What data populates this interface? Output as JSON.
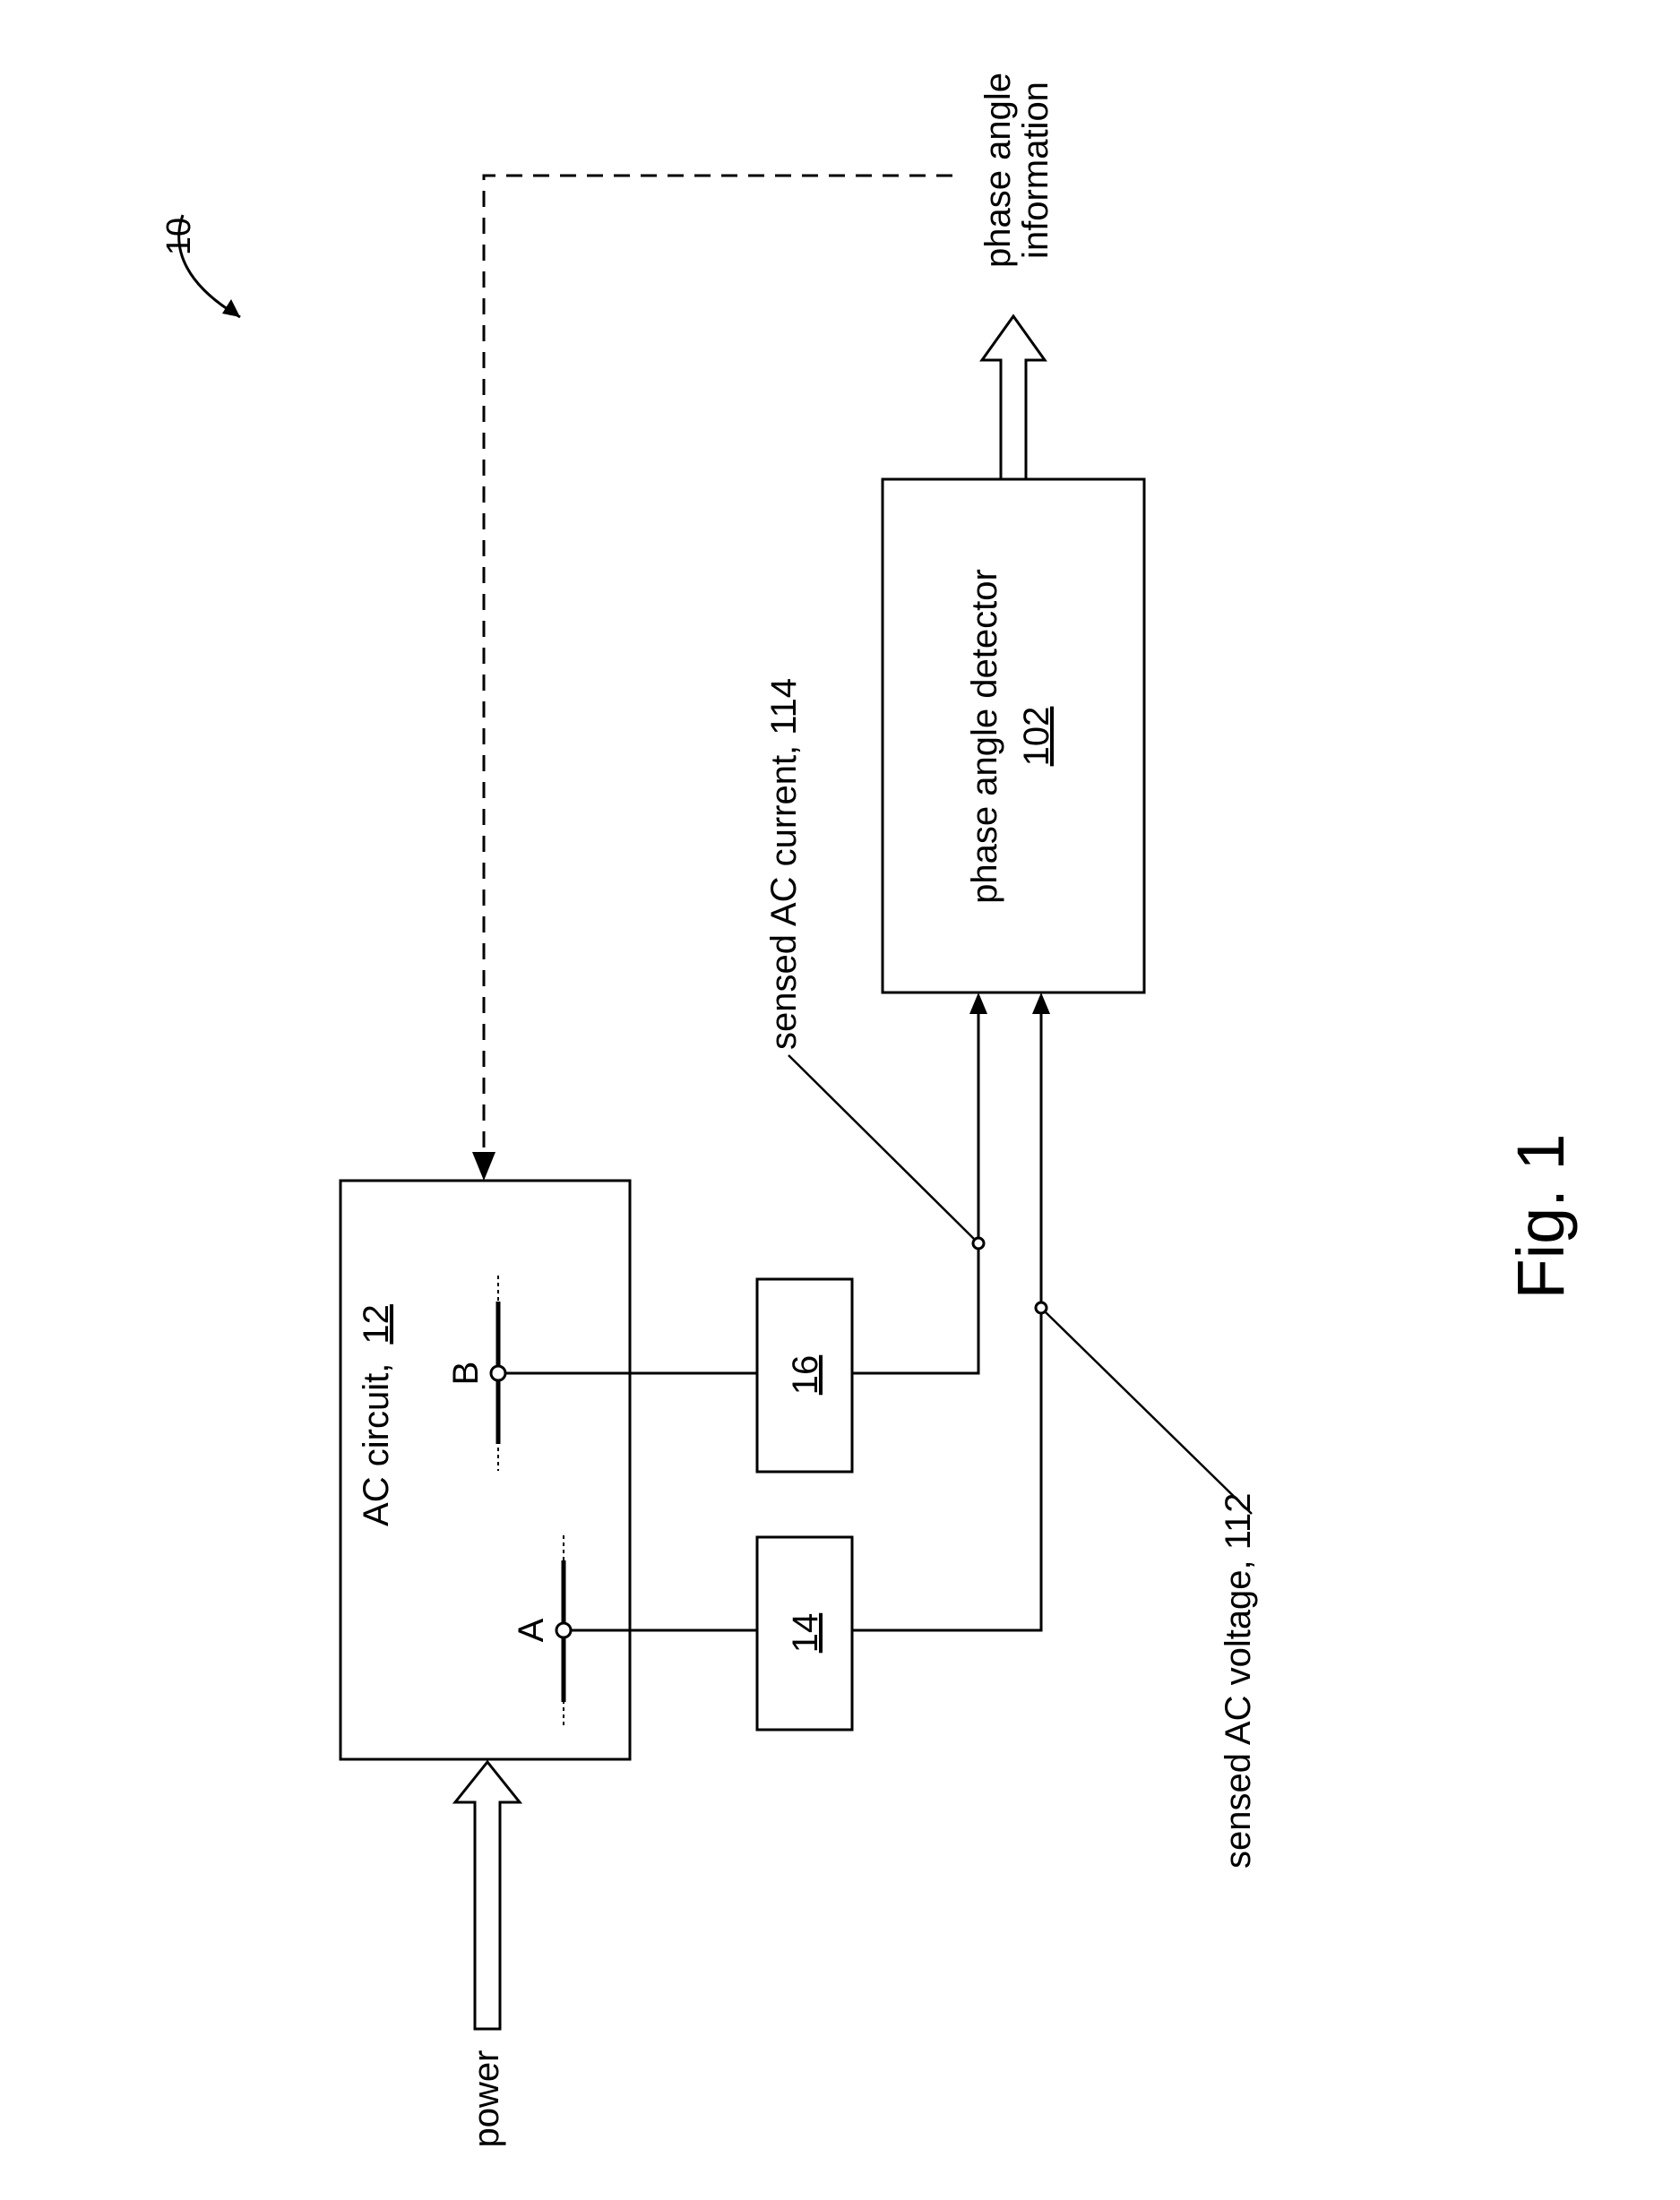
{
  "figure": {
    "ref_10": "10",
    "caption": "Fig. 1"
  },
  "blocks": {
    "ac_circuit": {
      "label": "AC circuit,",
      "ref": "12"
    },
    "sensor_14": {
      "ref": "14"
    },
    "sensor_16": {
      "ref": "16"
    },
    "phase_angle_detector": {
      "label": "phase angle detector",
      "ref": "102"
    }
  },
  "terminals": {
    "a": "A",
    "b": "B"
  },
  "signals": {
    "power": "power",
    "sensed_voltage": "sensed AC voltage, 112",
    "sensed_current": "sensed AC current, 114",
    "phase_info_line1": "phase angle",
    "phase_info_line2": "information"
  }
}
